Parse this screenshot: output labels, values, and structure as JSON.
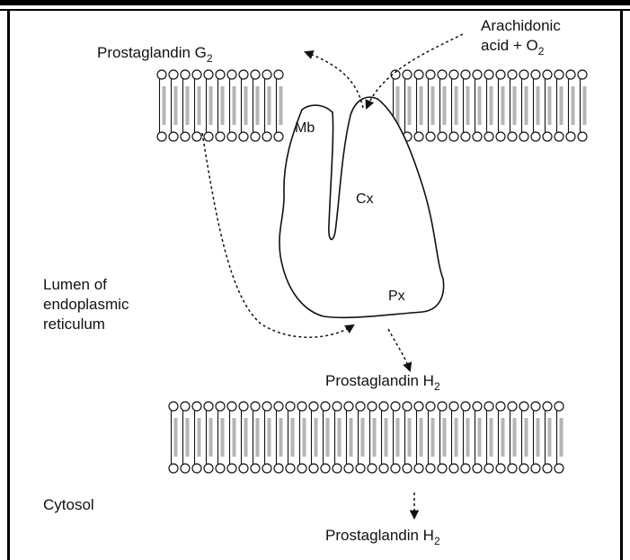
{
  "labels": {
    "arachidonic_line1": "Arachidonic",
    "arachidonic_line2": "acid + O",
    "arachidonic_sub": "2",
    "pgg2": "Prostaglandin G",
    "pgg2_sub": "2",
    "mb": "Mb",
    "cx": "Cx",
    "px": "Px",
    "lumen_line1": "Lumen of",
    "lumen_line2": "endoplasmic",
    "lumen_line3": "reticulum",
    "pgh2_mid": "Prostaglandin H",
    "pgh2_mid_sub": "2",
    "cytosol": "Cytosol",
    "pgh2_bottom": "Prostaglandin H",
    "pgh2_bottom_sub": "2"
  },
  "colors": {
    "ink": "#111111",
    "tail": "#b5b5b5",
    "frame": "#000000"
  }
}
